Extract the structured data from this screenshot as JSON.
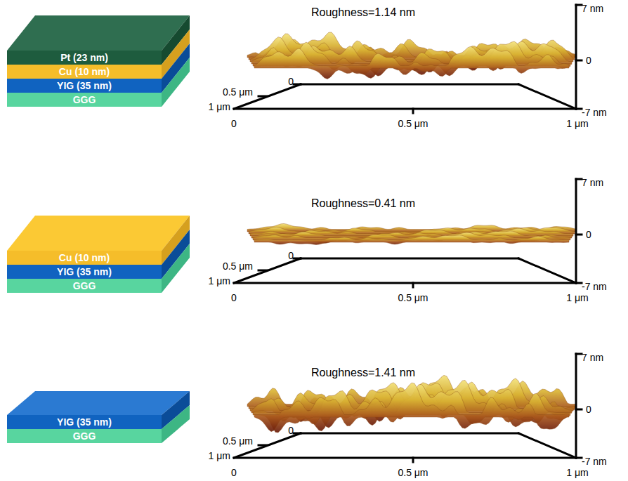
{
  "diagram": {
    "nodes": [
      {
        "text": [
          "Pt (23 nm)"
        ]
      },
      {
        "text": [
          "Cu (10 nm)"
        ]
      },
      {
        "text": [
          "YIG (35 nm)"
        ]
      },
      {
        "text": [
          "GGG"
        ]
      },
      {
        "text": [
          "Cu (10 nm)"
        ]
      },
      {
        "text": [
          "YIG (35 nm)"
        ]
      },
      {
        "text": [
          "GGG"
        ]
      },
      {
        "text": [
          "YIG (35 nm)"
        ]
      },
      {
        "text": [
          "GGG"
        ]
      }
    ],
    "labels": [
      "Roughness=1.14 nm",
      "7 nm",
      "0",
      "0",
      "0.5 μm",
      "1 μm",
      "-7 nm",
      "0",
      "0.5 μm",
      "1 μm",
      "Roughness=0.41 nm",
      "7 nm",
      "0",
      "0",
      "0.5 μm",
      "1 μm",
      "-7 nm",
      "0",
      "0.5 μm",
      "1 μm",
      "Roughness=1.41 nm",
      "7 nm",
      "0",
      "0",
      "0.5 μm",
      "1 μm",
      "-7 nm",
      "0",
      "0.5 μm",
      "1 μm"
    ]
  }
}
